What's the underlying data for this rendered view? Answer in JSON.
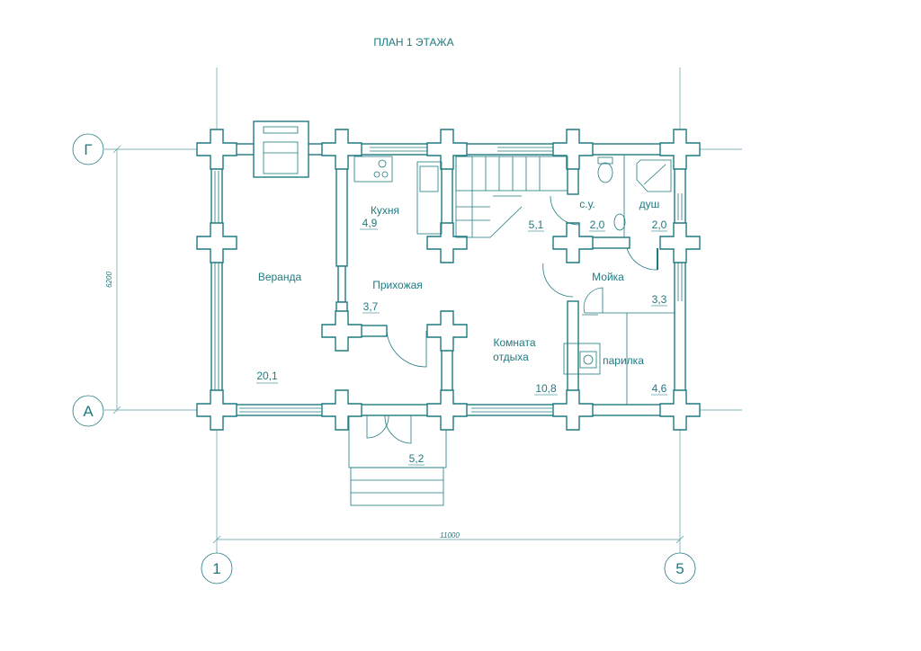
{
  "title": "ПЛАН 1 ЭТАЖА",
  "axes": {
    "g": "Г",
    "a": "А",
    "one": "1",
    "five": "5"
  },
  "dimensions": {
    "vertical": "6200",
    "horizontal": "11000"
  },
  "rooms": {
    "veranda": {
      "name": "Веранда",
      "area": "20,1"
    },
    "kitchen": {
      "name": "Кухня",
      "area": "4,9"
    },
    "hall": {
      "name": "Прихожая",
      "area": "3,7"
    },
    "stairs": {
      "area": "5,1"
    },
    "wc": {
      "name": "с.у.",
      "area": "2,0"
    },
    "shower": {
      "name": "душ",
      "area": "2,0"
    },
    "washroom": {
      "name": "Мойка",
      "area": "3,3"
    },
    "lounge": {
      "name_line1": "Комната",
      "name_line2": "отдыха",
      "area": "10,8"
    },
    "steam": {
      "name": "парилка",
      "area": "4,6"
    },
    "porch": {
      "area": "5,2"
    }
  },
  "colors": {
    "line": "#1f7a80"
  }
}
